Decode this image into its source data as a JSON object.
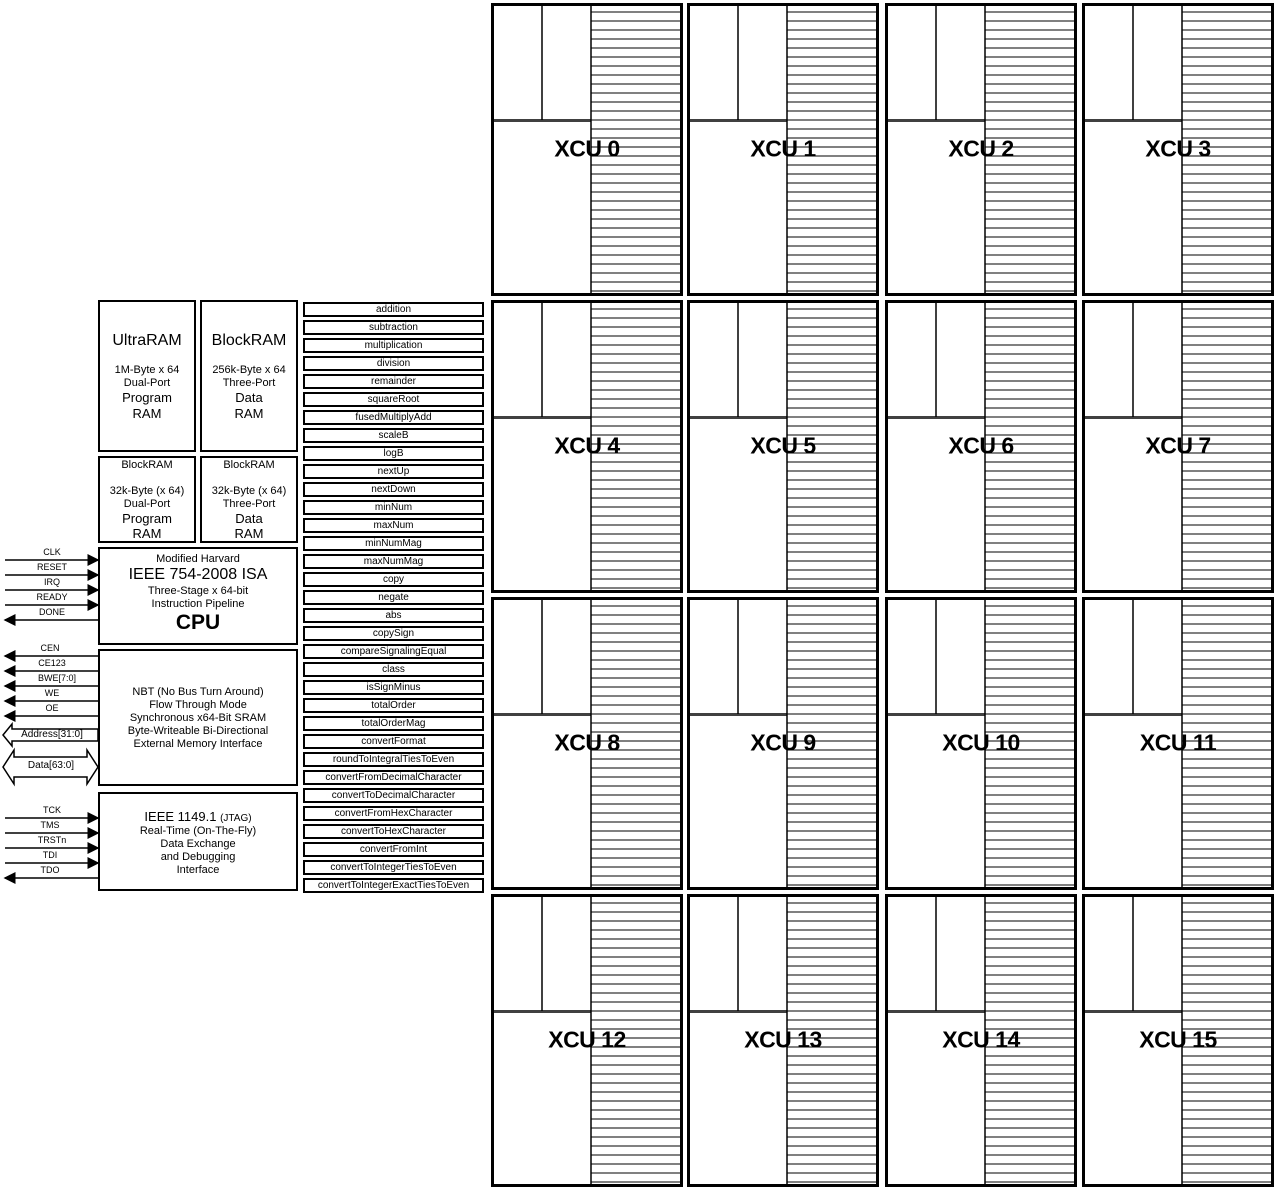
{
  "memory": {
    "ultraram": {
      "title": "UltraRAM",
      "l1": "1M-Byte x 64",
      "l2": "Dual-Port",
      "l3": "Program",
      "l4": "RAM"
    },
    "blockram_data": {
      "title": "BlockRAM",
      "l1": "256k-Byte x 64",
      "l2": "Three-Port",
      "l3": "Data",
      "l4": "RAM"
    },
    "blockram_prog_small": {
      "title": "BlockRAM",
      "l1": "32k-Byte (x 64)",
      "l2": "Dual-Port",
      "l3": "Program",
      "l4": "RAM"
    },
    "blockram_data_small": {
      "title": "BlockRAM",
      "l1": "32k-Byte (x 64)",
      "l2": "Three-Port",
      "l3": "Data",
      "l4": "RAM"
    }
  },
  "cpu": {
    "l1": "Modified Harvard",
    "l2": "IEEE 754-2008 ISA",
    "l3": "Three-Stage x 64-bit",
    "l4": "Instruction Pipeline",
    "title": "CPU"
  },
  "sram": {
    "l1": "NBT (No Bus Turn Around)",
    "l2": "Flow Through Mode",
    "l3": "Synchronous x64-Bit SRAM",
    "l4": "Byte-Writeable Bi-Directional",
    "l5": "External Memory Interface"
  },
  "jtag": {
    "l1": "IEEE 1149.1",
    "l1b": "(JTAG)",
    "l2": "Real-Time (On-The-Fly)",
    "l3": "Data Exchange",
    "l4": "and Debugging",
    "l5": "Interface"
  },
  "signals": {
    "cpu": [
      "CLK",
      "RESET",
      "IRQ",
      "READY",
      "DONE"
    ],
    "sram": [
      "CEN",
      "CE123",
      "BWE[7:0]",
      "WE",
      "OE"
    ],
    "address": "Address[31:0]",
    "data": "Data[63:0]",
    "jtag": [
      "TCK",
      "TMS",
      "TRSTn",
      "TDI",
      "TDO"
    ]
  },
  "operations": [
    "addition",
    "subtraction",
    "multiplication",
    "division",
    "remainder",
    "squareRoot",
    "fusedMultiplyAdd",
    "scaleB",
    "logB",
    "nextUp",
    "nextDown",
    "minNum",
    "maxNum",
    "minNumMag",
    "maxNumMag",
    "copy",
    "negate",
    "abs",
    "copySign",
    "compareSignalingEqual",
    "class",
    "isSignMinus",
    "totalOrder",
    "totalOrderMag",
    "convertFormat",
    "roundToIntegralTiesToEven",
    "convertFromDecimalCharacter",
    "convertToDecimalCharacter",
    "convertFromHexCharacter",
    "convertToHexCharacter",
    "convertFromInt",
    "convertToIntegerTiesToEven",
    "convertToIntegerExactTiesToEven"
  ],
  "xcus": [
    "XCU 0",
    "XCU 1",
    "XCU 2",
    "XCU 3",
    "XCU 4",
    "XCU 5",
    "XCU 6",
    "XCU 7",
    "XCU 8",
    "XCU 9",
    "XCU 10",
    "XCU 11",
    "XCU 12",
    "XCU 13",
    "XCU 14",
    "XCU 15"
  ]
}
